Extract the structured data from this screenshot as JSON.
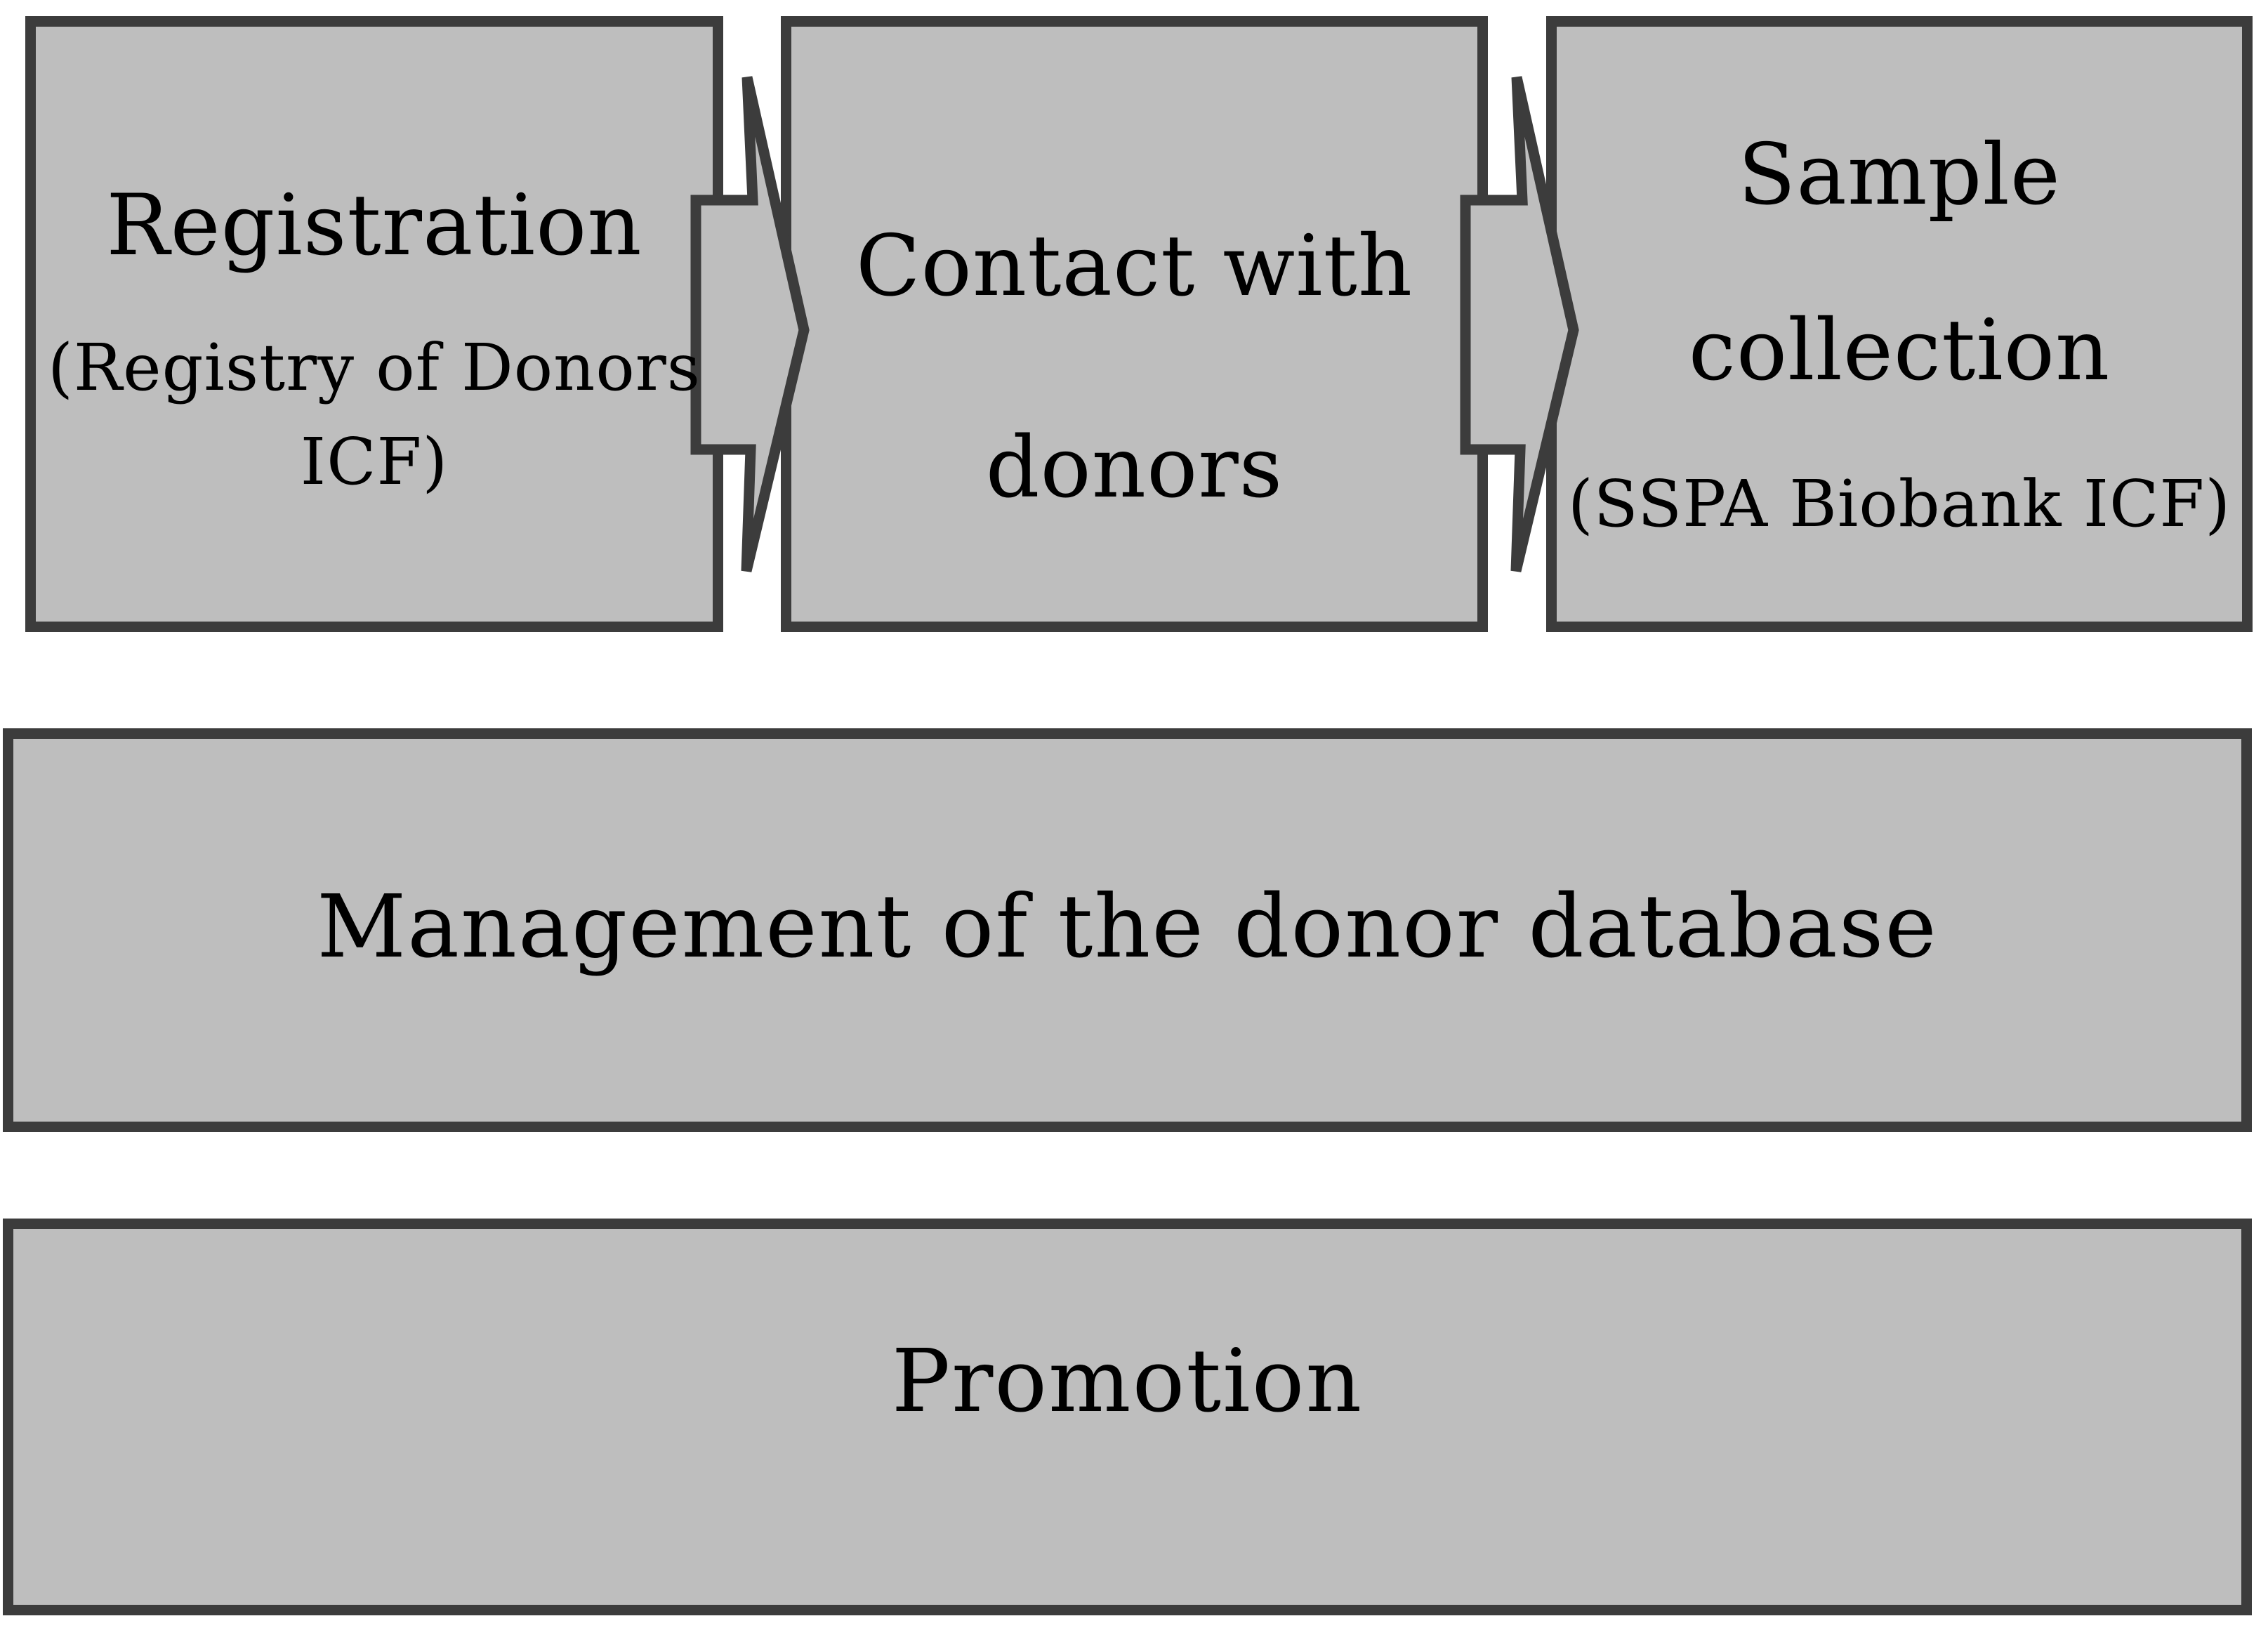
{
  "colors": {
    "background": "#ffffff",
    "box_fill": "#bebebe",
    "box_border": "#3c3c3c",
    "text": "#000000"
  },
  "diagram": {
    "boxes": {
      "registration": {
        "line1": "Registration",
        "line2": "(Registry of Donors",
        "line3": "ICF)"
      },
      "contact": {
        "line1": "Contact with",
        "line2": "donors"
      },
      "sample": {
        "line1": "Sample",
        "line2": "collection",
        "line3": "(SSPA Biobank ICF)"
      },
      "management": {
        "line1": "Management of the donor database"
      },
      "promotion": {
        "line1": "Promotion"
      }
    },
    "arrows": [
      {
        "name": "registration-to-contact",
        "direction": "right"
      },
      {
        "name": "contact-to-sample",
        "direction": "right"
      }
    ]
  }
}
